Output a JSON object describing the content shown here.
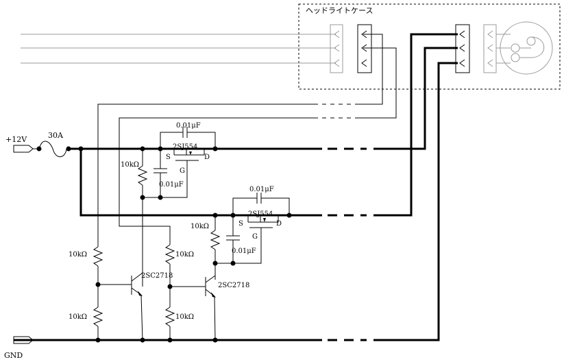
{
  "diagram": {
    "case_label": "ヘッドライトケース",
    "supply_label": "+12V",
    "ground_label": "GND",
    "fuse_label": "30A",
    "mosfets": [
      {
        "part": "2SJ554",
        "source": "S",
        "drain": "D",
        "gate": "G"
      },
      {
        "part": "2SJ554",
        "source": "S",
        "drain": "D",
        "gate": "G"
      }
    ],
    "transistors": [
      {
        "part": "2SC2718"
      },
      {
        "part": "2SC2718"
      }
    ],
    "capacitors": [
      {
        "value": "0.01μF"
      },
      {
        "value": "0.01μF"
      },
      {
        "value": "0.01μF"
      },
      {
        "value": "0.01μF"
      }
    ],
    "resistors": [
      {
        "value": "10kΩ"
      },
      {
        "value": "10kΩ"
      },
      {
        "value": "10kΩ"
      },
      {
        "value": "10kΩ"
      },
      {
        "value": "10kΩ"
      },
      {
        "value": "10kΩ"
      }
    ]
  }
}
